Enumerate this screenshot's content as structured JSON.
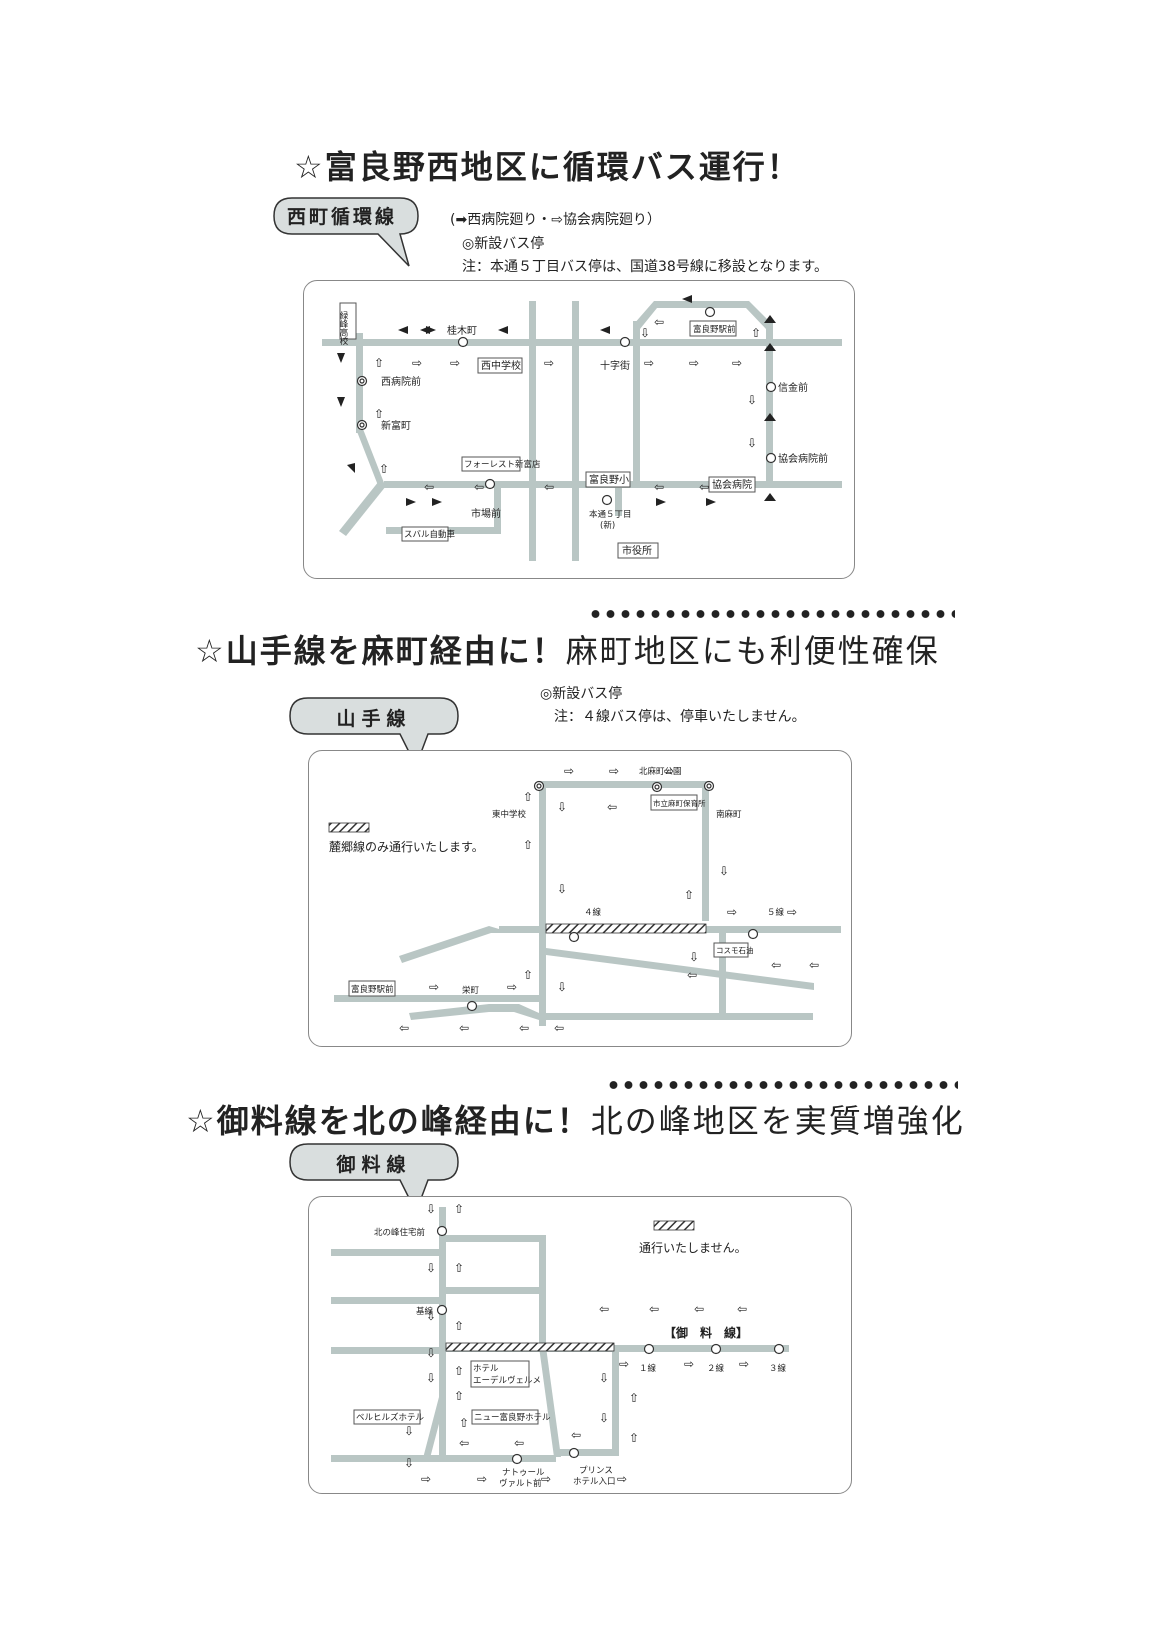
{
  "section1": {
    "title_star": "☆",
    "title": "富良野西地区に循環バス運行！",
    "bubble": "西町循環線",
    "note_legend_a": "西病院廻り・",
    "note_legend_b": "協会病院廻り）",
    "note_new_stop": "◎新設バス停",
    "note_caution": "注：本通５丁目バス停は、国道38号線に移設となります。",
    "map_labels": {
      "midori": "緑峰高校",
      "katsuragi": "桂木町",
      "nishi_jhs": "西中学校",
      "jujigai": "十字街",
      "furano_st": "富良野駅前",
      "shinkin": "信金前",
      "kyokai_mae": "協会病院前",
      "nishi_hosp": "西病院前",
      "shintomi": "新富町",
      "forest": "フォーレスト新富店",
      "furano_sho": "富良野小",
      "kyokai": "協会病院",
      "ichiba": "市場前",
      "hondori": "本通５丁目",
      "shin": "(新)",
      "shiyakusho": "市役所",
      "subaru": "スバル自動車"
    }
  },
  "section2": {
    "title_star": "☆",
    "title_bold": "山手線を麻町経由に！",
    "title_thin": "麻町地区にも利便性確保",
    "bubble": "山手線",
    "note_new_stop": "◎新設バス停",
    "note_caution": "注：４線バス停は、停車いたしません。",
    "legend": "麓郷線のみ通行いたします。",
    "map_labels": {
      "kitaasa": "北麻町公園",
      "higashi_jhs": "東中学校",
      "health": "市立麻町保育所",
      "minamiasa": "南麻町",
      "line4": "４線",
      "line5": "５線",
      "cosmo": "コスモ石油",
      "furano_st": "富良野駅前",
      "sakae": "栄町"
    }
  },
  "section3": {
    "title_star": "☆",
    "title_bold": "御料線を北の峰経由に！",
    "title_thin": "北の峰地区を実質増強化",
    "bubble": "御料線",
    "legend": "通行いたしません。",
    "map_labels": {
      "kitanomine": "北の峰住宅前",
      "kisen": "基線",
      "goryo": "【御　料　線】",
      "sen1": "１線",
      "sen2": "２線",
      "sen3": "３線",
      "hotel_a1": "ホテル",
      "hotel_a2": "エーデルヴェルメ",
      "bellhills": "ベルヒルズホテル",
      "new_furano": "ニュー富良野ホテル",
      "naturwald1": "ナトゥール",
      "naturwald2": "ヴァルト前",
      "prince1": "プリンス",
      "prince2": "ホテル入口"
    }
  }
}
